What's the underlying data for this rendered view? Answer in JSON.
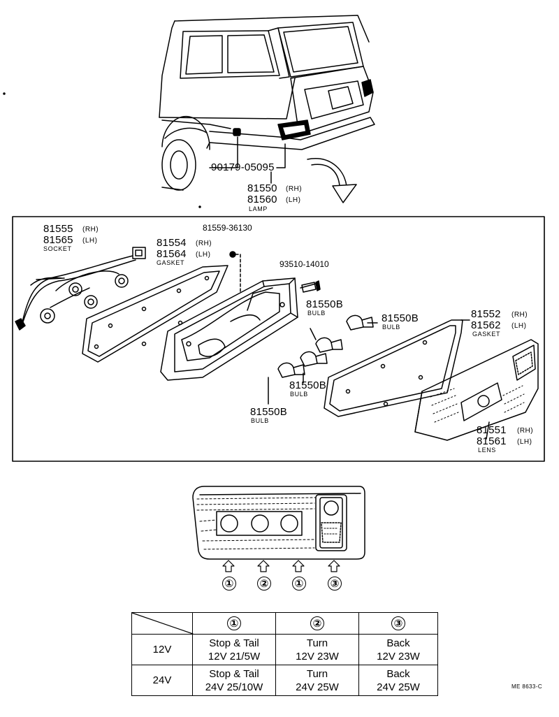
{
  "callouts": {
    "screw_part": "90179-05095",
    "lamp_rh": "81550",
    "lamp_lh": "81560",
    "lamp_name": "LAMP",
    "socket_rh": "81555",
    "socket_lh": "81565",
    "socket_name": "SOCKET",
    "gasket_rh": "81554",
    "gasket_lh": "81564",
    "gasket_name": "GASKET",
    "clip_part": "81559-36130",
    "screw2_part": "93510-14010",
    "bulb_part": "81550B",
    "bulb_name": "BULB",
    "outer_gasket_rh": "81552",
    "outer_gasket_lh": "81562",
    "outer_gasket_name": "GASKET",
    "lens_rh": "81551",
    "lens_lh": "81561",
    "lens_name": "LENS",
    "rh": "(RH)",
    "lh": "(LH)"
  },
  "positions_row": [
    "①",
    "②",
    "①",
    "③"
  ],
  "spec_table": {
    "headers": [
      "①",
      "②",
      "③"
    ],
    "rows": [
      {
        "voltage": "12V",
        "c1": [
          "Stop & Tail",
          "12V 21/5W"
        ],
        "c2": [
          "Turn",
          "12V 23W"
        ],
        "c3": [
          "Back",
          "12V 23W"
        ]
      },
      {
        "voltage": "24V",
        "c1": [
          "Stop & Tail",
          "24V 25/10W"
        ],
        "c2": [
          "Turn",
          "24V 25W"
        ],
        "c3": [
          "Back",
          "24V 25W"
        ]
      }
    ]
  },
  "reference": "ME 8633-C"
}
